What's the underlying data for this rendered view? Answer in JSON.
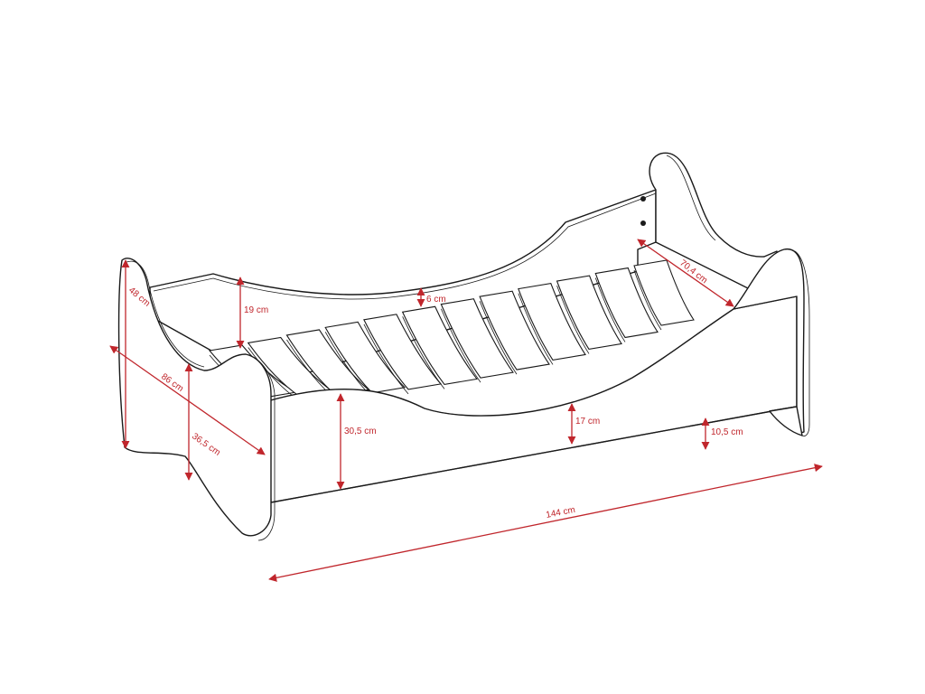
{
  "colors": {
    "outline": "#1a1a1a",
    "dimension": "#c0262c",
    "background": "#ffffff"
  },
  "dimensions": {
    "total_length": "144 cm",
    "total_width": "86 cm",
    "headboard_height": "48 cm",
    "footboard_height": "36,5 cm",
    "side_top_height": "19 cm",
    "side_dip": "6 cm",
    "front_panel_height": "30,5 cm",
    "front_low_height": "17 cm",
    "floor_clearance": "10,5 cm",
    "inner_width": "70,4 cm"
  }
}
